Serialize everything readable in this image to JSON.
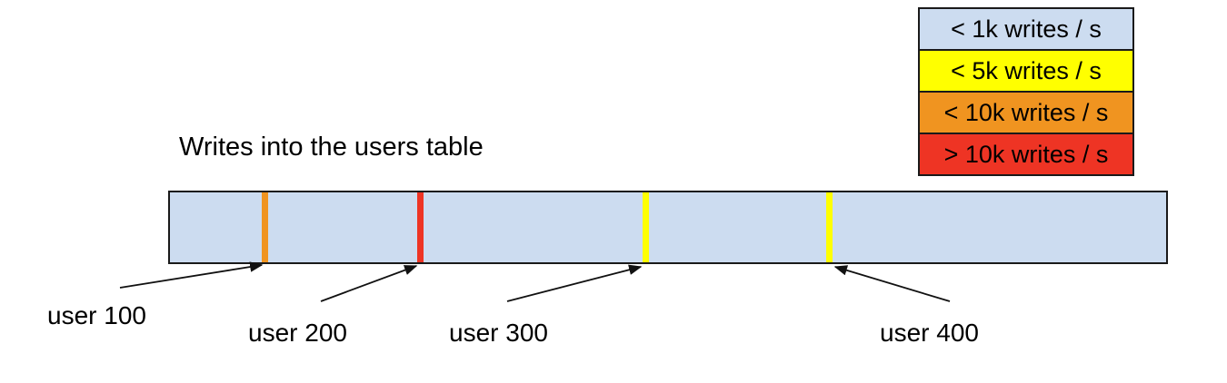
{
  "diagram": {
    "title": "Writes into the users table",
    "bar_fill": "#ccdcf0",
    "border_color": "#1a1a1a",
    "hotspots": [
      {
        "label": "user 100",
        "stripe_color": "#f09420"
      },
      {
        "label": "user 200",
        "stripe_color": "#ee3424"
      },
      {
        "label": "user 300",
        "stripe_color": "#ffff00"
      },
      {
        "label": "user 400",
        "stripe_color": "#ffff00"
      }
    ]
  },
  "legend": {
    "items": [
      {
        "label": "< 1k writes / s",
        "color": "#ccdcf0"
      },
      {
        "label": "< 5k writes / s",
        "color": "#ffff00"
      },
      {
        "label": "< 10k writes / s",
        "color": "#f09420"
      },
      {
        "label": "> 10k writes / s",
        "color": "#ee3424"
      }
    ]
  }
}
